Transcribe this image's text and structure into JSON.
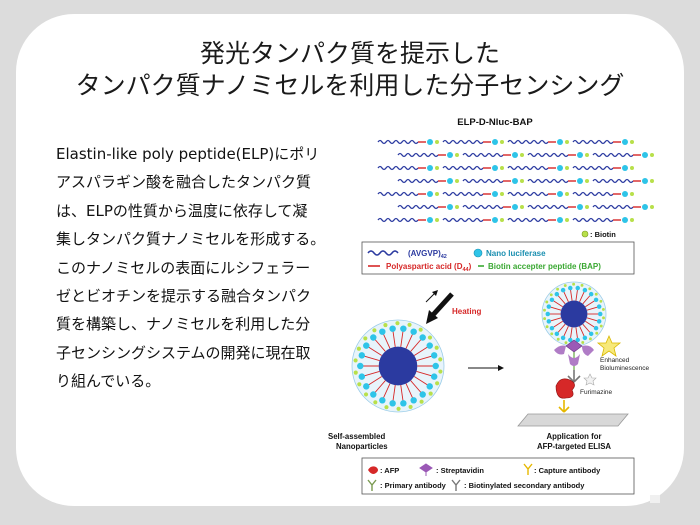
{
  "title": {
    "line1": "発光タンパク質を提示した",
    "line2": "タンパク質ナノミセルを利用した分子センシング"
  },
  "body_lines": [
    "Elastin-like poly peptide(ELP)にポリ",
    "アスパラギン酸を融合したタンパク質",
    "は、ELPの性質から温度に依存して凝",
    "集しタンパク質ナノミセルを形成する。",
    "このナノミセルの表面にルシフェラー",
    "ゼとビオチンを提示する融合タンパク",
    "質を構築し、ナノミセルを利用した分",
    "子センシングシステムの開発に現在取",
    "り組んでいる。"
  ],
  "figure": {
    "title": "ELP-D-Nluc-BAP",
    "biotin_legend": ": Biotin",
    "legend1": {
      "avgvp": "(AVGVP)",
      "avgvp_sub": "42",
      "nano": "Nano luciferase",
      "poly": "Polyaspartic acid (D",
      "poly_sub": "44",
      "poly_end": ")",
      "bap": "Biotin accepter peptide (BAP)"
    },
    "heating": "Heating",
    "enhanced": "Enhanced",
    "biolum": "Bioluminescence",
    "furimazine": "Furimazine",
    "self_assembled_1": "Self-assembled",
    "self_assembled_2": "Nanoparticles",
    "application_1": "Application for",
    "application_2": "AFP-targeted ELISA",
    "legend2": {
      "afp": ": AFP",
      "strep": ": Streptavidin",
      "capture": ": Capture antibody",
      "primary": ": Primary antibody",
      "biotinylated": ": Biotinylated secondary antibody"
    },
    "colors": {
      "elp": "#2b3aa0",
      "nluc": "#2ec4e8",
      "poly": "#d62828",
      "bap": "#3aa832",
      "biotin": "#b8e04a",
      "afp": "#d62828",
      "strep": "#9b59b6",
      "capture": "#e6b800"
    }
  }
}
